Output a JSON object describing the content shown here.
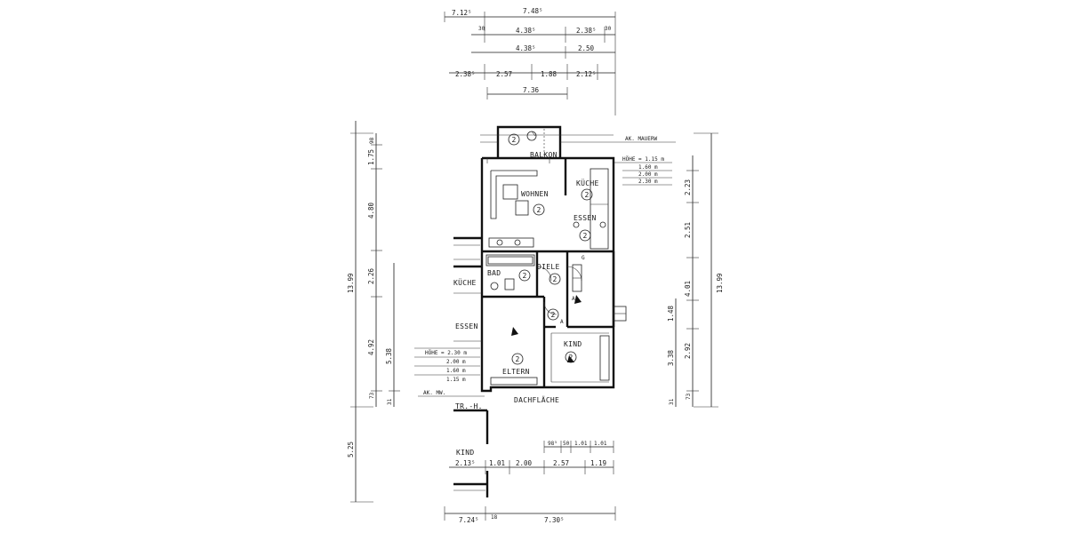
{
  "plan": {
    "rooms": {
      "balkon": "BALKON",
      "wohnen": "WOHNEN",
      "kueche": "KÜCHE",
      "essen": "ESSEN",
      "bad": "BAD",
      "diele": "DIELE",
      "eltern": "ELTERN",
      "kind": "KIND",
      "dachflaeche": "DACHFLÄCHE",
      "neighbor_kueche": "KÜCHE",
      "neighbor_essen": "ESSEN",
      "neighbor_kind": "KIND",
      "tr_h": "TR.-H."
    },
    "notes": {
      "ak_mauerw": "AK. MAUERW",
      "ak_mw": "AK. MW.",
      "hoehe_right": [
        "HÖHE = 1.15 m",
        "1.60 m",
        "2.00 m",
        "2.30 m"
      ],
      "hoehe_left": [
        "HÖHE = 2.30 m",
        "2.00 m",
        "1.60 m",
        "1.15 m"
      ],
      "door_g": "G",
      "door_a1": "A",
      "door_a2": "A",
      "circle_mark": "2"
    },
    "dims_top": {
      "r1_left": "7.12⁵",
      "r1_right": "7.48⁵",
      "r2_a": "30",
      "r2_b": "4.38⁵",
      "r2_c": "2.38⁵",
      "r2_d": "30",
      "r3_a": "4.38⁵",
      "r3_b": "2.50",
      "r4_a": "2.38⁵",
      "r4_b": "2.57",
      "r4_c": "1.88",
      "r4_d": "2.12⁵",
      "r5": "7.36"
    },
    "dims_left": {
      "overall": "13.99",
      "bottom": "5.25",
      "a": "98",
      "b": "1.75",
      "c": "4.80",
      "d": "2.26",
      "e": "5.38",
      "f": "4.92",
      "g": "73",
      "h": "31"
    },
    "dims_right": {
      "overall": "13.99",
      "a": "2.23",
      "b": "2.51",
      "c": "4.01",
      "d": "1.48",
      "e": "2.92",
      "f": "3.38",
      "g": "73",
      "h": "31"
    },
    "dims_bottom": {
      "r1_a": "98⁵",
      "r1_b": "50",
      "r1_c": "1.01",
      "r1_d": "1.01",
      "r2_a": "2.13⁵",
      "r2_b": "1.01",
      "r2_c": "2.00",
      "r2_d": "2.57",
      "r2_e": "1.19",
      "r3_a": "7.24⁵",
      "r3_b": "18",
      "r3_c": "7.30⁵"
    }
  }
}
